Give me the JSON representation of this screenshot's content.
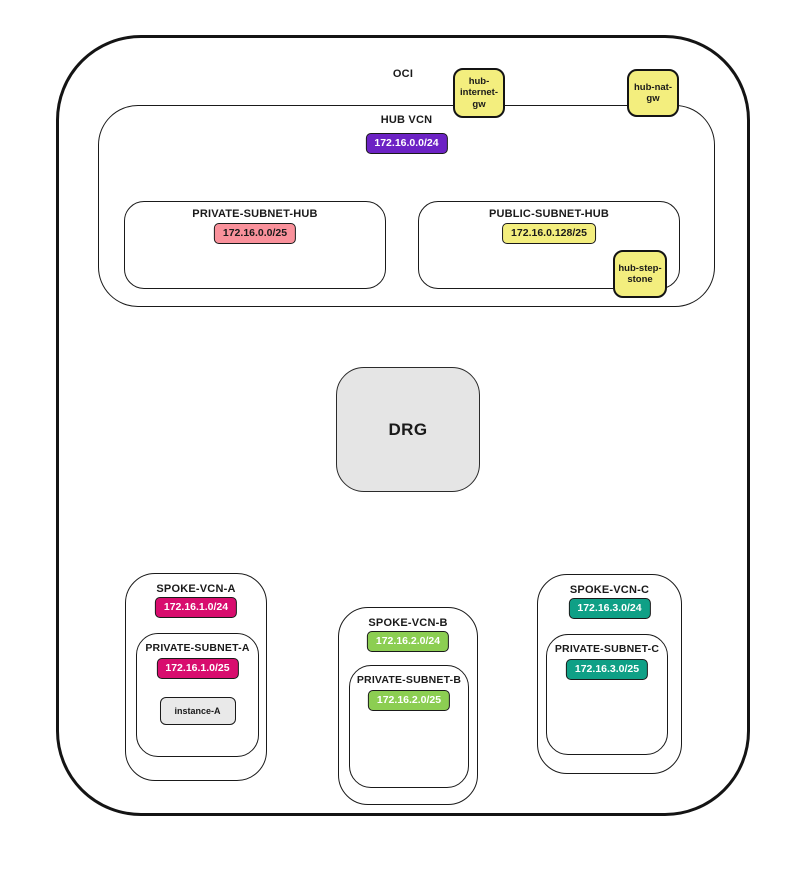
{
  "colors": {
    "hub_vcn_cidr_bg": "#6C22C4",
    "private_subnet_hub_cidr_bg": "#F9919B",
    "public_subnet_hub_cidr_bg": "#F3EE7E",
    "gateway_bg": "#F3EE7E",
    "spoke_a_cidr_bg": "#D80D6E",
    "spoke_b_cidr_bg": "#8CCE52",
    "spoke_c_cidr_bg": "#0FA086",
    "drg_bg": "#E5E5E5",
    "instance_bg": "#E9E9E9"
  },
  "oci": {
    "label": "OCI",
    "hub_vcn": {
      "label": "HUB VCN",
      "cidr": "172.16.0.0/24",
      "internet_gateway": {
        "lines": [
          "hub-",
          "internet-",
          "gw"
        ]
      },
      "nat_gateway": {
        "lines": [
          "hub-nat-",
          "gw"
        ]
      },
      "step_stone": {
        "lines": [
          "hub-step-",
          "stone"
        ]
      },
      "private_subnet": {
        "label": "PRIVATE-SUBNET-HUB",
        "cidr": "172.16.0.0/25"
      },
      "public_subnet": {
        "label": "PUBLIC-SUBNET-HUB",
        "cidr": "172.16.0.128/25"
      }
    },
    "drg": {
      "label": "DRG"
    },
    "spokes": [
      {
        "label": "SPOKE-VCN-A",
        "cidr": "172.16.1.0/24",
        "subnet": {
          "label": "PRIVATE-SUBNET-A",
          "cidr": "172.16.1.0/25",
          "instance": "instance-A"
        }
      },
      {
        "label": "SPOKE-VCN-B",
        "cidr": "172.16.2.0/24",
        "subnet": {
          "label": "PRIVATE-SUBNET-B",
          "cidr": "172.16.2.0/25"
        }
      },
      {
        "label": "SPOKE-VCN-C",
        "cidr": "172.16.3.0/24",
        "subnet": {
          "label": "PRIVATE-SUBNET-C",
          "cidr": "172.16.3.0/25"
        }
      }
    ]
  }
}
